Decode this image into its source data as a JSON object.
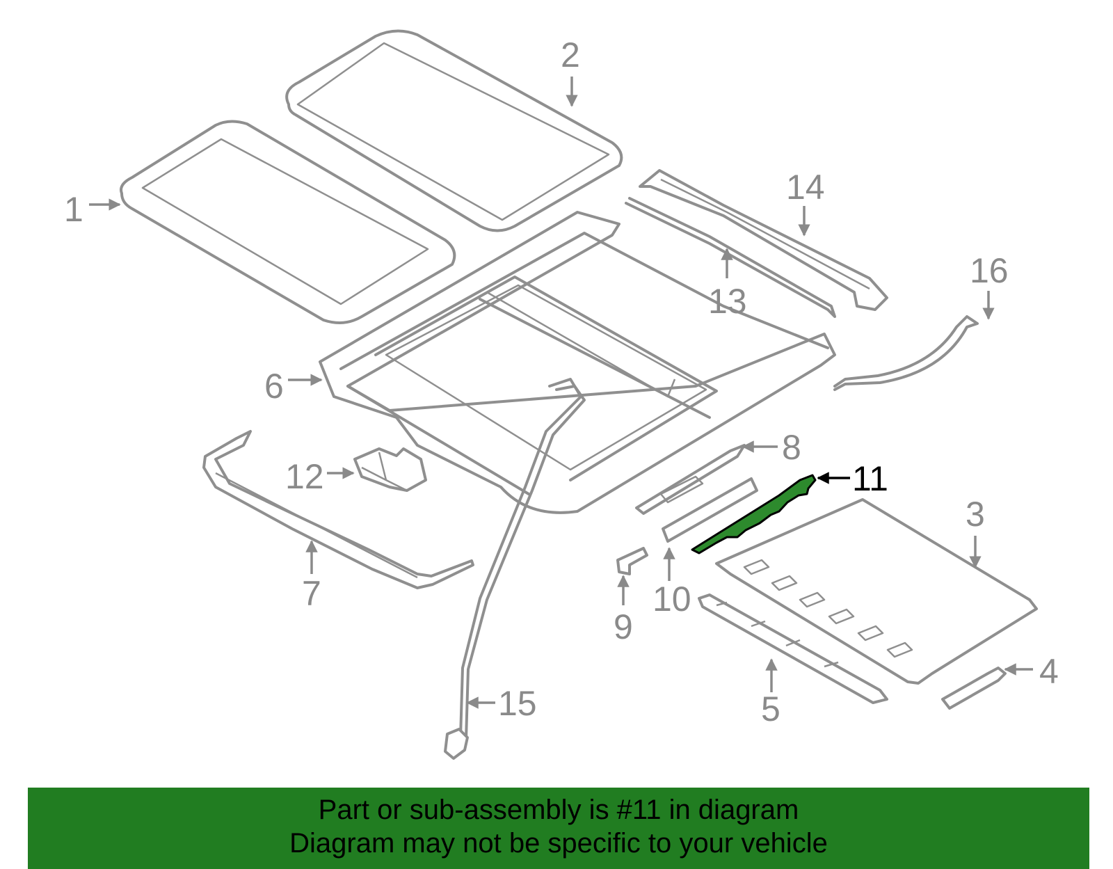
{
  "diagram": {
    "highlight_color": "#2d8a2d",
    "line_color": "#8f8f8f",
    "callouts": [
      {
        "id": "1",
        "label": "1"
      },
      {
        "id": "2",
        "label": "2"
      },
      {
        "id": "3",
        "label": "3"
      },
      {
        "id": "4",
        "label": "4"
      },
      {
        "id": "5",
        "label": "5"
      },
      {
        "id": "6",
        "label": "6"
      },
      {
        "id": "7",
        "label": "7"
      },
      {
        "id": "8",
        "label": "8"
      },
      {
        "id": "9",
        "label": "9"
      },
      {
        "id": "10",
        "label": "10"
      },
      {
        "id": "11",
        "label": "11",
        "highlighted": true
      },
      {
        "id": "12",
        "label": "12"
      },
      {
        "id": "13",
        "label": "13"
      },
      {
        "id": "14",
        "label": "14"
      },
      {
        "id": "15",
        "label": "15"
      },
      {
        "id": "16",
        "label": "16"
      }
    ]
  },
  "banner": {
    "background": "#217d21",
    "line1": "Part or sub-assembly is #11 in diagram",
    "line2": "Diagram may not be specific to your vehicle"
  }
}
